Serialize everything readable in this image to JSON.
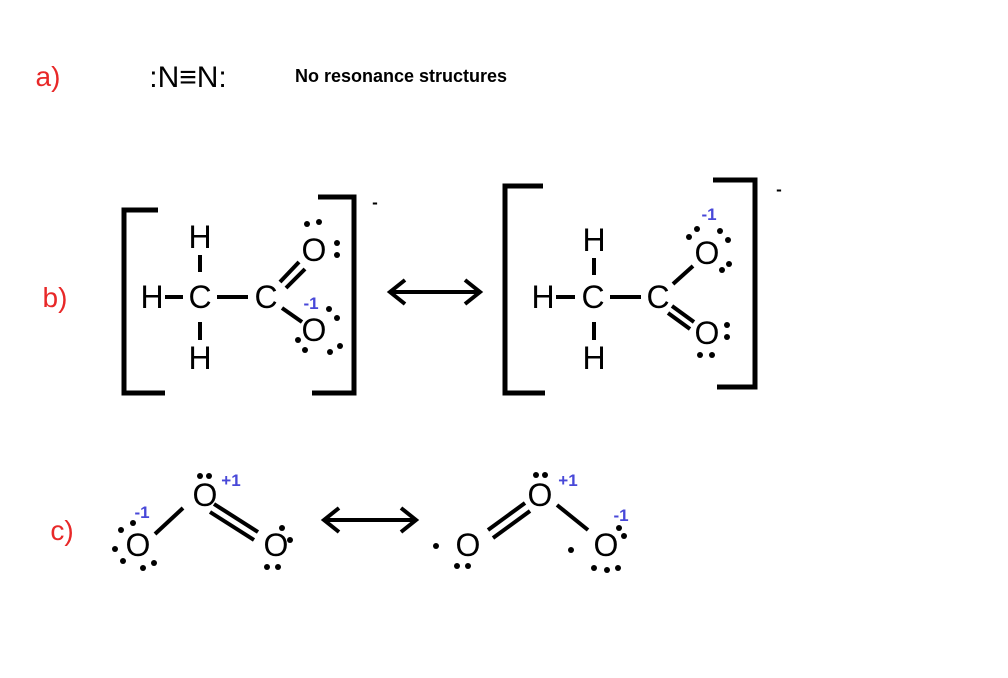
{
  "colors": {
    "label": "#e82828",
    "charge": "#4848d8",
    "ink": "#000000"
  },
  "part_a": {
    "label": "a)",
    "molecule": ":N≡N:",
    "caption": "No resonance structures"
  },
  "part_b": {
    "label": "b)",
    "left": {
      "atoms": [
        "H",
        "H",
        "C",
        "C",
        "O",
        "O",
        "H"
      ],
      "charge_o": "-1",
      "ion_charge": "-"
    },
    "right": {
      "atoms": [
        "H",
        "H",
        "C",
        "C",
        "O",
        "O",
        "H"
      ],
      "charge_o": "-1",
      "ion_charge": "-"
    }
  },
  "part_c": {
    "label": "c)",
    "left": {
      "atoms": [
        "O",
        "O",
        "O"
      ],
      "charges": [
        "-1",
        "+1"
      ]
    },
    "right": {
      "atoms": [
        "O",
        "O",
        "O"
      ],
      "charges": [
        "+1",
        "-1"
      ]
    }
  }
}
